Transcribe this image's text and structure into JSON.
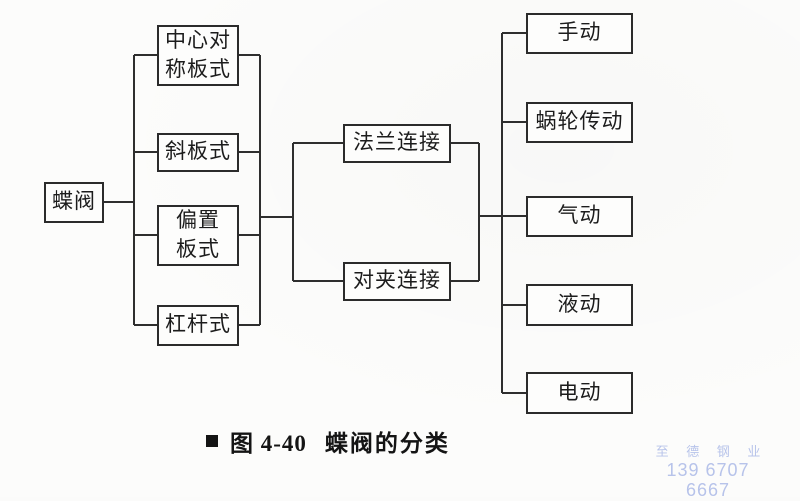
{
  "figure": {
    "root": {
      "label": "蝶阀"
    },
    "structure_types": [
      {
        "label": "中心对\n称板式"
      },
      {
        "label": "斜板式"
      },
      {
        "label": "偏置\n板式"
      },
      {
        "label": "杠杆式"
      }
    ],
    "connection_types": [
      {
        "label": "法兰连接"
      },
      {
        "label": "对夹连接"
      }
    ],
    "actuation_types": [
      {
        "label": "手动"
      },
      {
        "label": "蜗轮传动"
      },
      {
        "label": "气动"
      },
      {
        "label": "液动"
      },
      {
        "label": "电动"
      }
    ]
  },
  "caption": {
    "bullet": "■",
    "figure_label": "图 4-40",
    "title": "蝶阀的分类"
  },
  "watermark": {
    "company": "至 德 钢 业",
    "phone": "139 6707 6667",
    "color": "#b7c3ea"
  },
  "colors": {
    "line": "#2e2e2e",
    "box_border": "#2b2b2b",
    "text": "#1c1c1c",
    "background": "#fbfbfa"
  }
}
